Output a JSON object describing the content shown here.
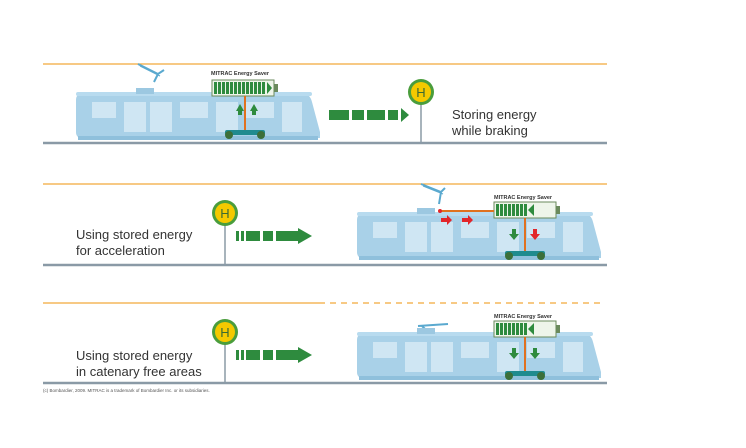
{
  "labels": {
    "device": "MITRAC Energy Saver",
    "stop_letter": "H",
    "copyright": "(c) Bombardier, 2009. MITRAC is a trademark of Bombardier Inc. or its subsidiaries."
  },
  "scenes": [
    {
      "caption_line1": "Storing energy",
      "caption_line2": "while braking"
    },
    {
      "caption_line1": "Using stored energy",
      "caption_line2": "for acceleration"
    },
    {
      "caption_line1": "Using stored energy",
      "caption_line2": "in catenary free areas"
    }
  ],
  "colors": {
    "wire": "#f2a93b",
    "ground": "#8a9aa6",
    "tram": "#a9d1e8",
    "tram_dark": "#8fc0dc",
    "energy": "#2e8b3e",
    "arrow_red": "#e2262a",
    "stop_sign": "#f4c900",
    "stop_ring": "#4a9d3c",
    "bogie": "#1f8b8f"
  }
}
